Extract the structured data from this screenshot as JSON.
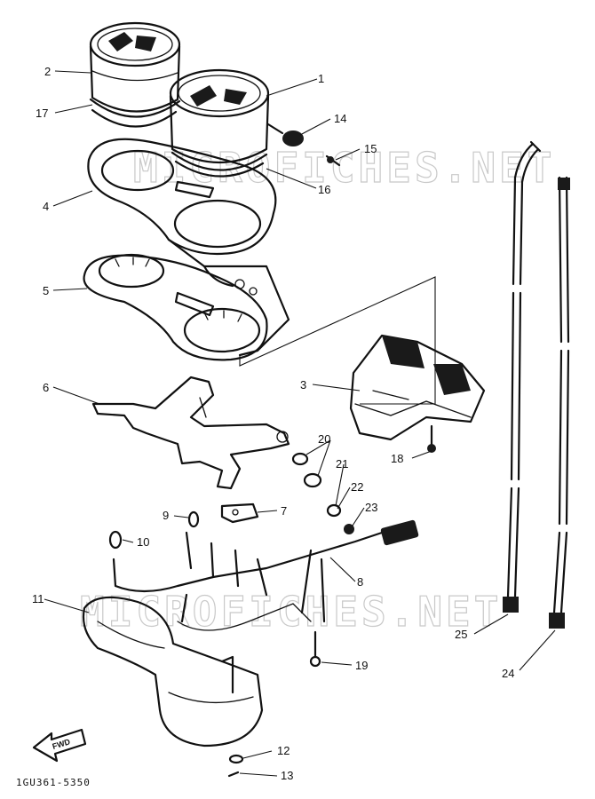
{
  "diagram": {
    "part_code": "1GU361-5350",
    "direction_label": "FWD",
    "watermark_text": "MICROFICHES.NET",
    "callouts": [
      {
        "id": "1",
        "label": "1"
      },
      {
        "id": "2",
        "label": "2"
      },
      {
        "id": "3",
        "label": "3"
      },
      {
        "id": "4",
        "label": "4"
      },
      {
        "id": "5",
        "label": "5"
      },
      {
        "id": "6",
        "label": "6"
      },
      {
        "id": "7",
        "label": "7"
      },
      {
        "id": "8",
        "label": "8"
      },
      {
        "id": "9",
        "label": "9"
      },
      {
        "id": "10",
        "label": "10"
      },
      {
        "id": "11",
        "label": "11"
      },
      {
        "id": "12",
        "label": "12"
      },
      {
        "id": "13",
        "label": "13"
      },
      {
        "id": "14",
        "label": "14"
      },
      {
        "id": "15",
        "label": "15"
      },
      {
        "id": "16",
        "label": "16"
      },
      {
        "id": "17",
        "label": "17"
      },
      {
        "id": "18",
        "label": "18"
      },
      {
        "id": "19",
        "label": "19"
      },
      {
        "id": "20",
        "label": "20"
      },
      {
        "id": "21",
        "label": "21"
      },
      {
        "id": "22",
        "label": "22"
      },
      {
        "id": "23",
        "label": "23"
      },
      {
        "id": "24",
        "label": "24"
      },
      {
        "id": "25",
        "label": "25"
      }
    ]
  }
}
